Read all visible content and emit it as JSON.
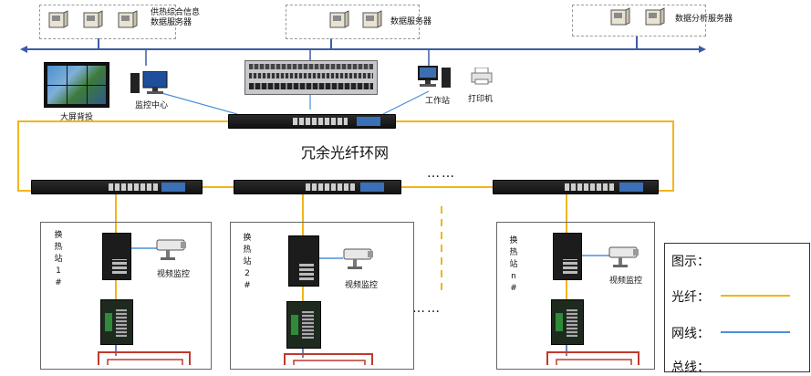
{
  "servers": {
    "heat_info": "供热综合信息\n数据服务器",
    "data": "数据服务器",
    "analysis": "数据分析服务器"
  },
  "control": {
    "big_screen": "大屏背投",
    "monitor_center": "监控中心",
    "workstation": "工作站",
    "printer": "打印机"
  },
  "ring_label": "冗余光纤环网",
  "ellipsis": "……",
  "stations": [
    {
      "label": "换热站1#",
      "camera": "视频监控"
    },
    {
      "label": "换热站2#",
      "camera": "视频监控"
    },
    {
      "label": "换热站n#",
      "camera": "视频监控"
    }
  ],
  "legend": {
    "title": "图示：",
    "fiber": "光纤：",
    "network": "网线：",
    "bus": "总线："
  },
  "colors": {
    "fiber": "#f2b51b",
    "network": "#4a90d9",
    "bus_line": "#3a5da8",
    "bus_box": "#c0392b"
  }
}
